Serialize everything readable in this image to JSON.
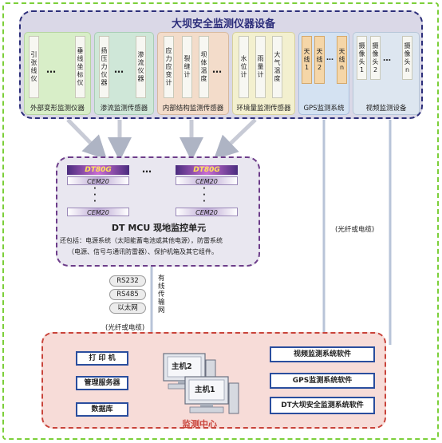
{
  "title": "大坝安全监测仪器设备",
  "groups": [
    {
      "instruments": [
        "引张线仪",
        "垂线坐标仪"
      ],
      "label": "外部变形监测仪器"
    },
    {
      "instruments": [
        "扬压力仪器",
        "渗流仪器"
      ],
      "label": "渗流监测传感器"
    },
    {
      "instruments": [
        "应力应变计",
        "裂缝计",
        "坝体温度"
      ],
      "label": "内部结构监测传感器"
    },
    {
      "instruments": [
        "水位计",
        "雨量计",
        "大气温度"
      ],
      "label": "环境量监测传感器"
    },
    {
      "instruments": [
        "天线1",
        "天线2",
        "天线n"
      ],
      "label": "GPS监测系统"
    },
    {
      "instruments": [
        "摄像头1",
        "摄像头2",
        "摄像头n"
      ],
      "label": "视频监测设备"
    }
  ],
  "ellipsis": "…",
  "mcu": {
    "dt80g": "DT80G",
    "cem": "CEM20",
    "title": "DT MCU 现地监控单元",
    "note_line1": "还包括：电源系统（太阳能蓄电池或其他电源），防雷系统",
    "note_line2": "（电源、信号与通讯防雷器）、保护机箱及其它组件。"
  },
  "links": {
    "fiber_right": "(光纤或电缆)",
    "fiber_left": "(光纤或电缆)",
    "protocols": [
      "RS232",
      "RS485",
      "以太网"
    ],
    "wired": "有线传输网"
  },
  "center": {
    "title": "监测中心",
    "left_items": [
      "打 印 机",
      "管理服务器",
      "数据库"
    ],
    "right_items": [
      "视频监测系统软件",
      "GPS监测系统软件",
      "DT大坝安全监测系统软件"
    ],
    "host1": "主机1",
    "host2": "主机2"
  },
  "colors": {
    "outer_border": "#7ccf3a",
    "top_border": "#2c2e7a",
    "mcu_border": "#6d3d8a",
    "center_border": "#c9443b",
    "center_title": "#c9443b",
    "box_border": "#2a4e9e"
  }
}
